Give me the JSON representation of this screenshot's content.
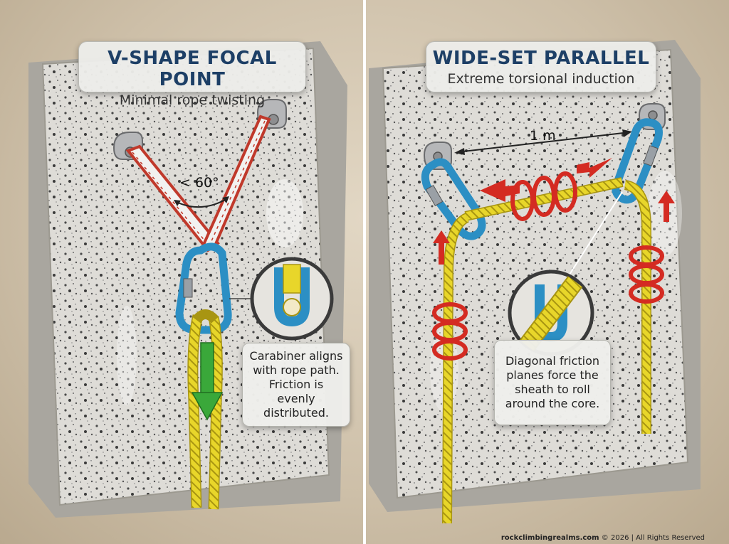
{
  "left": {
    "title": "V-SHAPE FOCAL POINT",
    "subtitle": "Minimal rope twisting",
    "angle_label": "< 60°",
    "note": "Carabiner aligns with rope path. Friction is evenly distributed."
  },
  "right": {
    "title": "WIDE-SET PARALLEL",
    "subtitle": "Extreme torsional induction",
    "distance_label": "1 m",
    "note": "Diagonal friction planes force the sheath to roll around the core."
  },
  "footer": {
    "site": "rockclimbingrealms.com",
    "rights": "© 2026 | All Rights Reserved"
  },
  "colors": {
    "title_text": "#1d3f66",
    "carabiner": "#2c8fc4",
    "rope": "#e8d62a",
    "sling": "#c0392b",
    "twist_arrows": "#d42b22",
    "load_arrow": "#3aa83a"
  },
  "icons": [
    "bolt-hanger-icon",
    "carabiner-icon",
    "sling-icon",
    "rope-icon",
    "twist-arrow-icon",
    "load-arrow-icon",
    "magnifier-icon"
  ]
}
